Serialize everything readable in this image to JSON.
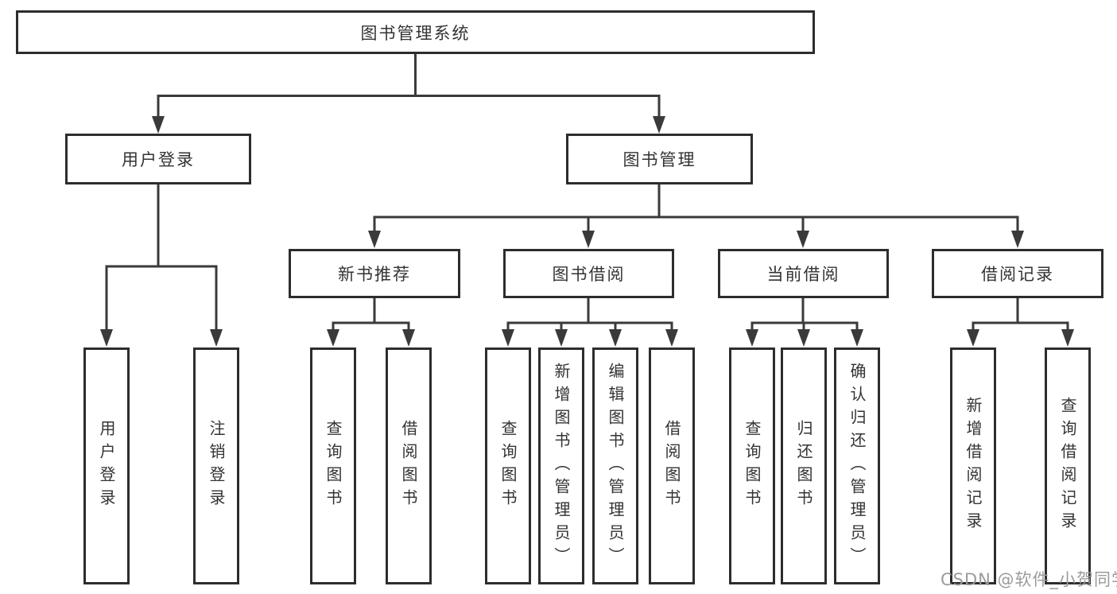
{
  "diagram": {
    "root": "图书管理系统",
    "level2": [
      "用户登录",
      "图书管理"
    ],
    "level3": [
      "新书推荐",
      "图书借阅",
      "当前借阅",
      "借阅记录"
    ],
    "leaves": {
      "user_login": [
        "用户登录",
        "注销登录"
      ],
      "new_book_recommend": [
        "查询图书",
        "借阅图书"
      ],
      "book_borrow": [
        "查询图书",
        "新增图书（管理员）",
        "编辑图书（管理员）",
        "借阅图书"
      ],
      "current_borrow": [
        "查询图书",
        "归还图书",
        "确认归还（管理员）"
      ],
      "borrow_record": [
        "新增借阅记录",
        "查询借阅记录"
      ]
    }
  },
  "watermark": "CSDN @软件_小贺同学",
  "colors": {
    "line": "#3a3a3a",
    "box_border": "#2d2d2d",
    "text": "#333333",
    "watermark": "#9b9b9b",
    "background": "#ffffff"
  }
}
